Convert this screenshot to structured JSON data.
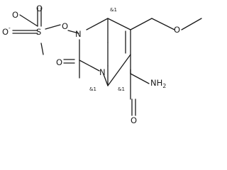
{
  "atoms": {
    "o_sulfate_1": "O",
    "o_sulfate_2": "O",
    "o_sulfate_3": "O",
    "o_sulfate_charge": "-",
    "sulfur": "S",
    "o_bridge": "O",
    "n_upper": "N",
    "n_lower": "N",
    "o_carbonyl": "O",
    "o_ether": "O",
    "o_amide": "O",
    "nh2_n": "NH",
    "nh2_sub": "2"
  },
  "stereo_labels": {
    "c_top": "&1",
    "n_lower": "&1",
    "c_amide": "&1"
  }
}
